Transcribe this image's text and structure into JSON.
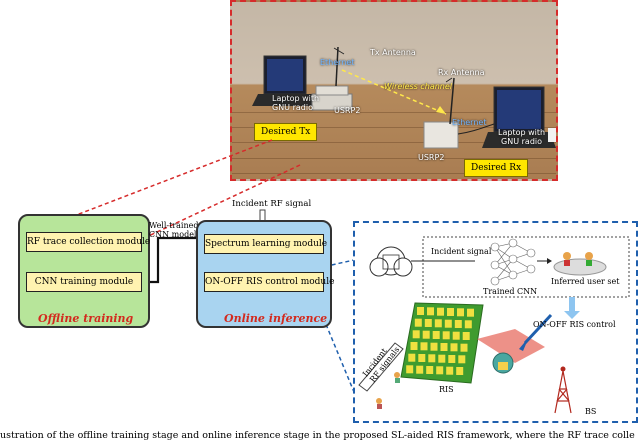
{
  "photo": {
    "tx_antenna": "Tx Antenna",
    "rx_antenna": "Rx Antenna",
    "ethernet_left": "Ethernet",
    "ethernet_right": "Ethernet",
    "laptop_tx": "Laptop with\nGNU radio",
    "laptop_rx": "Laptop with\nGNU radio",
    "usrp_tx": "USRP2",
    "usrp_rx": "USRP2",
    "wireless_channel": "Wireless channel",
    "desired_tx": "Desired Tx",
    "desired_rx": "Desired Rx"
  },
  "offline": {
    "title": "Offline training",
    "modules": [
      "RF trace collection module",
      "CNN training module"
    ]
  },
  "online": {
    "title": "Online inference",
    "modules": [
      "Spectrum learning module",
      "ON-OFF RIS control module"
    ]
  },
  "labels": {
    "well_trained": "Well-trained\nCNN model",
    "incident_rf_top": "Incident RF signal"
  },
  "scene": {
    "incident_signal": "Incident signal",
    "trained_cnn": "Trained CNN",
    "inferred_user_set": "Inferred user set",
    "on_off_ris_control": "ON-OFF RIS control",
    "incident_rf_signals": "Incident\nRF signals",
    "ris": "RIS",
    "bs": "BS"
  },
  "caption": "ustration of the offline training stage and online inference stage in the proposed SL-aided RIS framework, where the RF trace colle",
  "colors": {
    "offline_panel": "#b7e59a",
    "online_panel": "#a9d4f0",
    "module_fill": "#fff3b0",
    "red_dashed": "#d62b2b",
    "blue_dashed": "#1f5fad",
    "ris_green": "#3f9b2f",
    "ris_yellow": "#f0e040",
    "beam_red": "#e8766a"
  }
}
